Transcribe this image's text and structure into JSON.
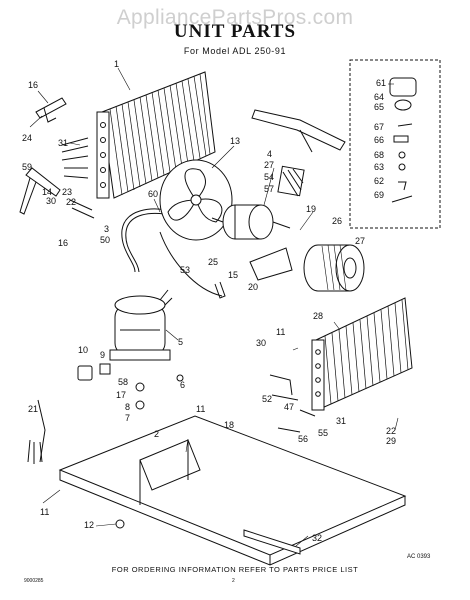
{
  "watermark": "AppliancePartsPros.com",
  "title": "UNIT PARTS",
  "model_line": "For Model  ADL 250-91",
  "footer": "FOR ORDERING INFORMATION REFER TO PARTS PRICE LIST",
  "diagram_code": "AC 0393",
  "doc_number": "9000285",
  "page_number": "2",
  "callouts": [
    {
      "id": "c1",
      "text": "1"
    },
    {
      "id": "c16a",
      "text": "16"
    },
    {
      "id": "c24",
      "text": "24"
    },
    {
      "id": "c31a",
      "text": "31"
    },
    {
      "id": "c59",
      "text": "59"
    },
    {
      "id": "c14",
      "text": "14"
    },
    {
      "id": "c23",
      "text": "23"
    },
    {
      "id": "c30a",
      "text": "30"
    },
    {
      "id": "c22a",
      "text": "22"
    },
    {
      "id": "c3",
      "text": "3"
    },
    {
      "id": "c50",
      "text": "50"
    },
    {
      "id": "c16b",
      "text": "16"
    },
    {
      "id": "c13",
      "text": "13"
    },
    {
      "id": "c60",
      "text": "60"
    },
    {
      "id": "c4",
      "text": "4"
    },
    {
      "id": "c27a",
      "text": "27"
    },
    {
      "id": "c54",
      "text": "54"
    },
    {
      "id": "c57",
      "text": "57"
    },
    {
      "id": "c61",
      "text": "61"
    },
    {
      "id": "c64",
      "text": "64"
    },
    {
      "id": "c65",
      "text": "65"
    },
    {
      "id": "c67",
      "text": "67"
    },
    {
      "id": "c66",
      "text": "66"
    },
    {
      "id": "c68",
      "text": "68"
    },
    {
      "id": "c63",
      "text": "63"
    },
    {
      "id": "c62",
      "text": "62"
    },
    {
      "id": "c69",
      "text": "69"
    },
    {
      "id": "c19",
      "text": "19"
    },
    {
      "id": "c26",
      "text": "26"
    },
    {
      "id": "c27b",
      "text": "27"
    },
    {
      "id": "c25",
      "text": "25"
    },
    {
      "id": "c53",
      "text": "53"
    },
    {
      "id": "c15",
      "text": "15"
    },
    {
      "id": "c20",
      "text": "20"
    },
    {
      "id": "c28",
      "text": "28"
    },
    {
      "id": "c11a",
      "text": "11"
    },
    {
      "id": "c30b",
      "text": "30"
    },
    {
      "id": "c5",
      "text": "5"
    },
    {
      "id": "c10",
      "text": "10"
    },
    {
      "id": "c9",
      "text": "9"
    },
    {
      "id": "c58",
      "text": "58"
    },
    {
      "id": "c6",
      "text": "6"
    },
    {
      "id": "c17",
      "text": "17"
    },
    {
      "id": "c8",
      "text": "8"
    },
    {
      "id": "c7",
      "text": "7"
    },
    {
      "id": "c11b",
      "text": "11"
    },
    {
      "id": "c2",
      "text": "2"
    },
    {
      "id": "c18",
      "text": "18"
    },
    {
      "id": "c52",
      "text": "52"
    },
    {
      "id": "c47",
      "text": "47"
    },
    {
      "id": "c31b",
      "text": "31"
    },
    {
      "id": "c55",
      "text": "55"
    },
    {
      "id": "c56",
      "text": "56"
    },
    {
      "id": "c22b",
      "text": "22"
    },
    {
      "id": "c29",
      "text": "29"
    },
    {
      "id": "c21",
      "text": "21"
    },
    {
      "id": "c11c",
      "text": "11"
    },
    {
      "id": "c12",
      "text": "12"
    },
    {
      "id": "c32",
      "text": "32"
    }
  ]
}
